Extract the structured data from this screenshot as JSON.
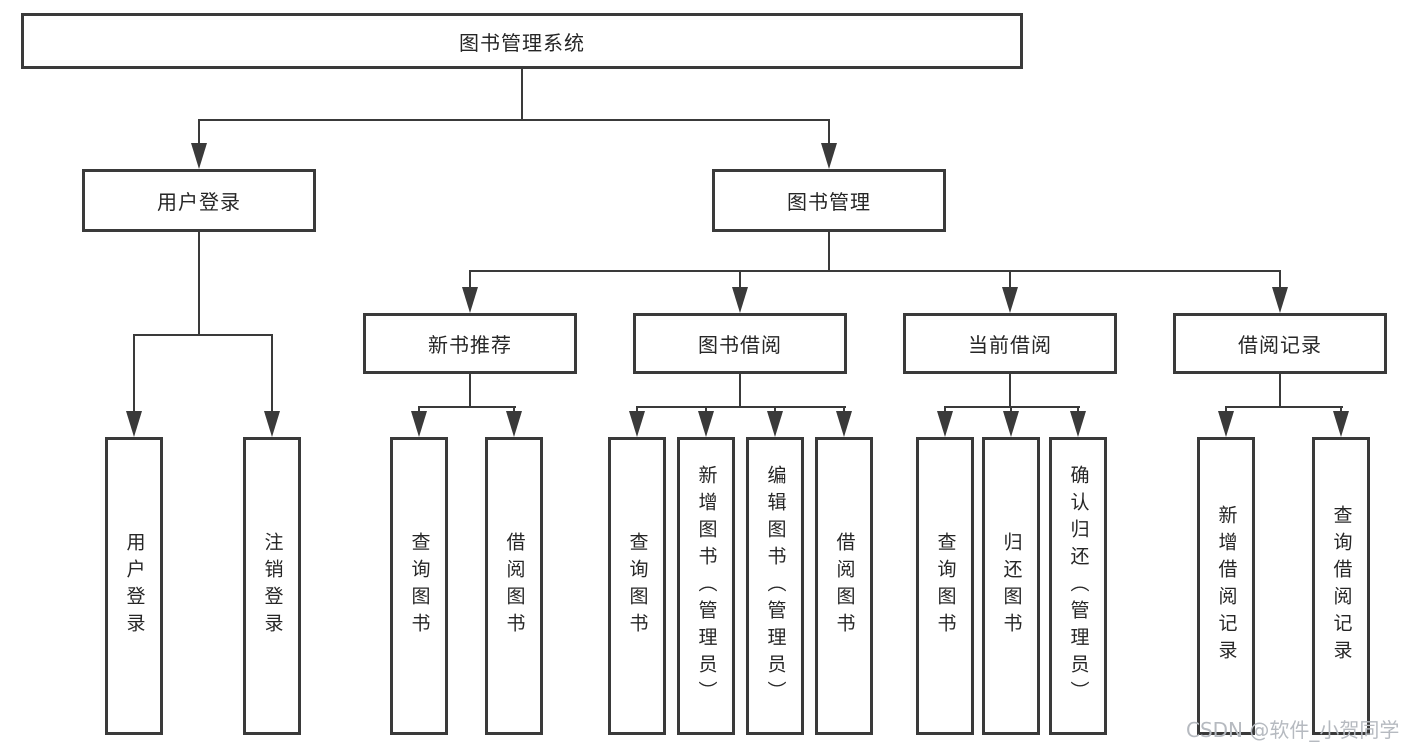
{
  "diagram_title": "图书管理系统",
  "tree": {
    "root": {
      "label": "图书管理系统"
    },
    "branches": [
      {
        "label": "用户登录",
        "children": [
          {
            "label": "用户登录"
          },
          {
            "label": "注销登录"
          }
        ]
      },
      {
        "label": "图书管理",
        "children": [
          {
            "label": "新书推荐",
            "children": [
              {
                "label": "查询图书"
              },
              {
                "label": "借阅图书"
              }
            ]
          },
          {
            "label": "图书借阅",
            "children": [
              {
                "label": "查询图书"
              },
              {
                "label": "新增图书（管理员）"
              },
              {
                "label": "编辑图书（管理员）"
              },
              {
                "label": "借阅图书"
              }
            ]
          },
          {
            "label": "当前借阅",
            "children": [
              {
                "label": "查询图书"
              },
              {
                "label": "归还图书"
              },
              {
                "label": "确认归还（管理员）"
              }
            ]
          },
          {
            "label": "借阅记录",
            "children": [
              {
                "label": "新增借阅记录"
              },
              {
                "label": "查询借阅记录"
              }
            ]
          }
        ]
      }
    ]
  },
  "watermark": "CSDN @软件_小贺同学",
  "colors": {
    "line": "#3a3a3a",
    "box_border": "#3a3a3a",
    "text": "#262626",
    "watermark": "#b6bac0",
    "background": "#ffffff"
  }
}
